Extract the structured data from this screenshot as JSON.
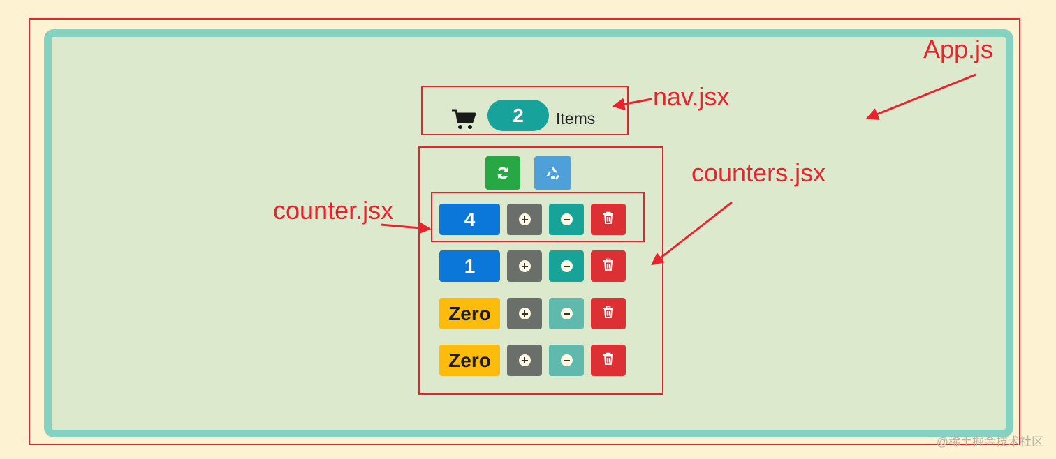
{
  "annotations": {
    "app": "App.js",
    "nav": "nav.jsx",
    "counters": "counters.jsx",
    "counter": "counter.jsx"
  },
  "nav": {
    "cart_icon": "shopping-cart-icon",
    "item_count": "2",
    "items_label": "Items"
  },
  "counters": {
    "refresh_icon": "refresh-icon",
    "recycle_icon": "recycle-icon",
    "list": [
      {
        "label": "4",
        "style": "primary",
        "decrement_disabled": false
      },
      {
        "label": "1",
        "style": "primary",
        "decrement_disabled": false
      },
      {
        "label": "Zero",
        "style": "warning",
        "decrement_disabled": true
      },
      {
        "label": "Zero",
        "style": "warning",
        "decrement_disabled": true
      }
    ]
  },
  "colors": {
    "annotation_red": "#e8232d",
    "badge_teal": "#17a39c",
    "primary": "#0a77d9",
    "warning": "#fdbb0b",
    "danger": "#dc3035"
  },
  "watermark": "@稀土掘金技术社区"
}
